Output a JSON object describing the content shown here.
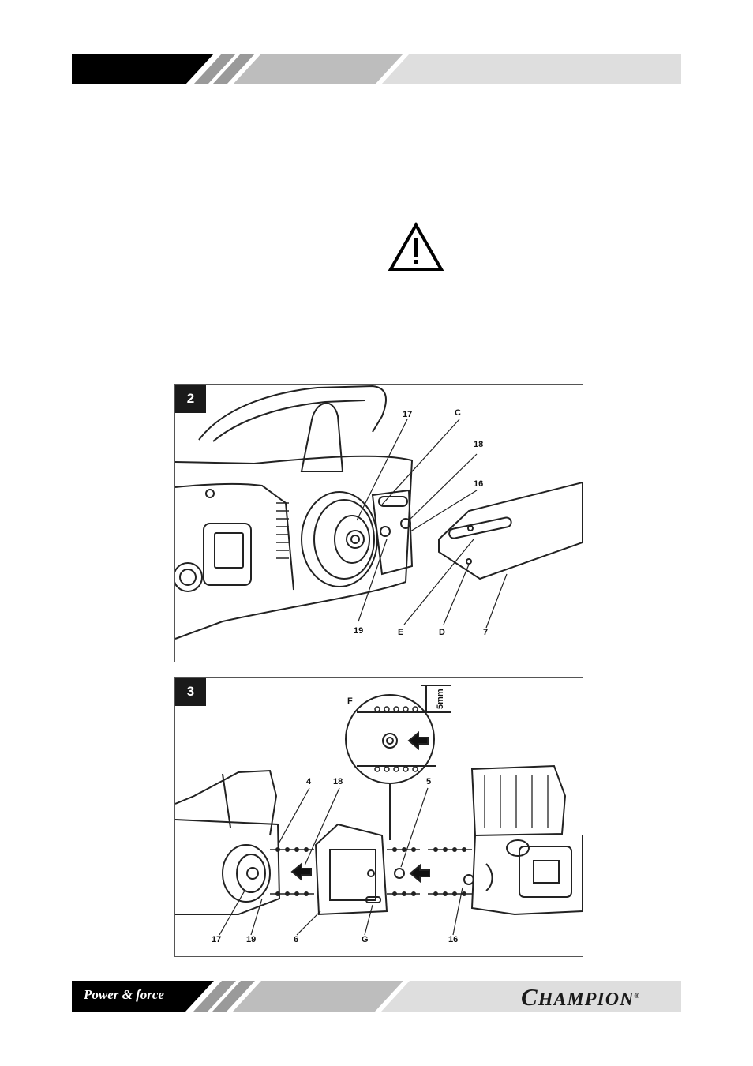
{
  "footer": {
    "slogan": "Power & force",
    "brand_initial": "C",
    "brand_rest": "HAMPION",
    "brand_mark": "®"
  },
  "figure2": {
    "number": "2",
    "labels": [
      "17",
      "C",
      "18",
      "16",
      "19",
      "E",
      "D",
      "7"
    ]
  },
  "figure3": {
    "number": "3",
    "labels": [
      "F",
      "5mm",
      "4",
      "18",
      "5",
      "17",
      "19",
      "6",
      "G",
      "16"
    ]
  }
}
